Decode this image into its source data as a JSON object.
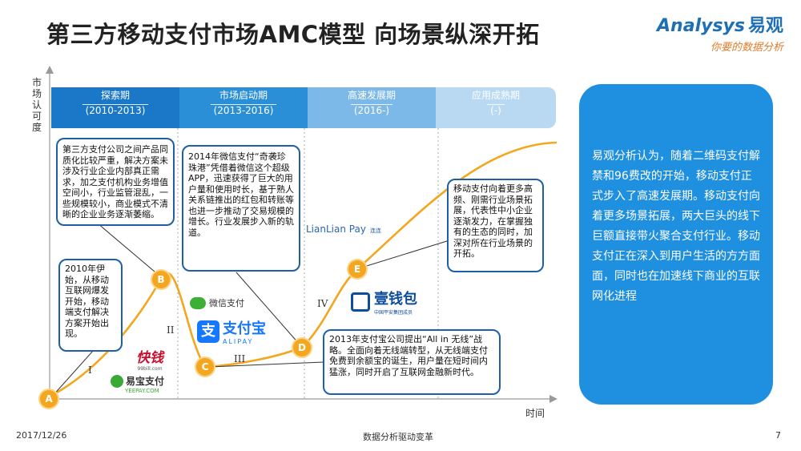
{
  "title": "第三方移动支付市场AMC模型 向场景纵深开拓",
  "logo": {
    "brand": "Analysys",
    "brand_cn": "易观",
    "slogan": "你要的数据分析"
  },
  "axes": {
    "y_label": "市场认可度",
    "x_label": "时间"
  },
  "phases": [
    {
      "name": "探索期",
      "years": "(2010-2013)"
    },
    {
      "name": "市场启动期",
      "years": "(2013-2016)"
    },
    {
      "name": "高速发展期",
      "years": "(2016-)"
    },
    {
      "name": "应用成熟期",
      "years": "(-)"
    }
  ],
  "stages": [
    "I",
    "II",
    "III",
    "IV"
  ],
  "nodes": [
    "A",
    "B",
    "C",
    "D",
    "E"
  ],
  "bubbles": {
    "b1": "第三方支付公司之间产品同质化比较严重，解决方案未涉及行业企业内部真正需求，加之支付机构业务增值空间小，行业监管混乱，一些规模较小，商业模式不清晰的企业业务逐渐萎缩。",
    "b2": "2010年伊始，从移动互联网爆发开始，移动端支付解决方案开始出现。",
    "b3": "2014年微信支付“奇袭珍珠港”凭借着微信这个超级APP，迅速获得了巨大的用户量和使用时长，基于熟人关系链推出的红包和转账等也进一步推动了交易规模的增长。行业发展步入新的轨道。",
    "b4": "2013年支付宝公司提出“All in 无线”战略。全面向着无线端转型，从无线端支付免费到余额宝的诞生，用户量在短时间内猛涨，同时开启了互联网金融新时代。",
    "b5": "移动支付向着更多高频、刚需行业场景拓展，代表性中小企业逐渐发力，在掌握独有的生态的同时，加深对所在行业场景的开拓。"
  },
  "brands": {
    "kuaiqian": "快钱",
    "kuaiqian_sub": "99bill.com",
    "yeepay": "易宝支付",
    "yeepay_sub": "YEEPAY.COM",
    "wechat": "微信支付",
    "alipay": "支付宝",
    "alipay_sub": "ALIPAY",
    "lianlian": "LianLian Pay",
    "lianlian_cn": "连连",
    "yiqianbao": "壹钱包",
    "yiqianbao_sub": "中国平安集团成员"
  },
  "side_text": "易观分析认为，随着二维码支付解禁和96费改的开始，移动支付正式步入了高速发展期。移动支付向着更多场景拓展，两大巨头的线下巨额直接带火聚合支付行业。移动支付正在深入到用户生活的方方面面，同时也在加速线下商业的互联网化进程",
  "footer": {
    "date": "2017/12/26",
    "center": "数据分析驱动变革",
    "page": "7"
  },
  "colors": {
    "accent": "#1f8fe0",
    "curve": "#f3a61e",
    "bubble_border": "#1f5fa8"
  }
}
